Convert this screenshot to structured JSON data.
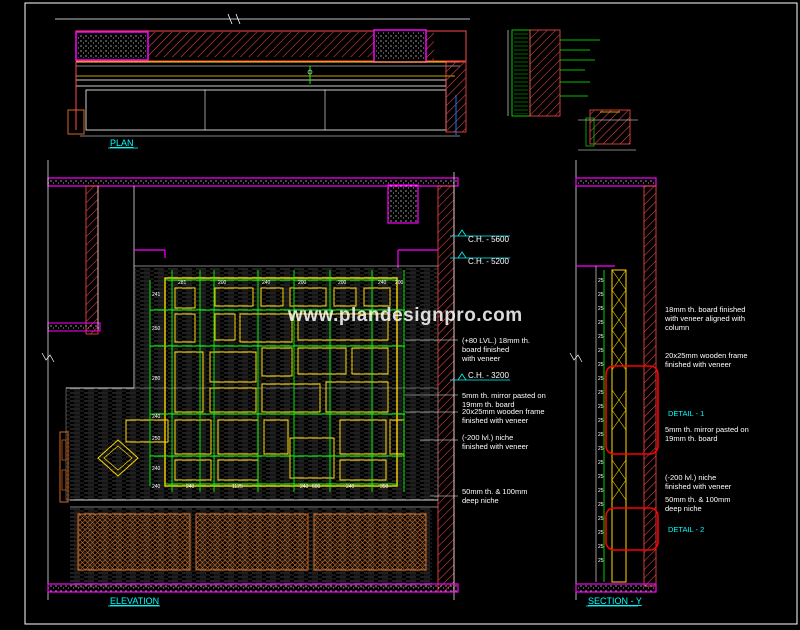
{
  "titles": {
    "plan": "PLAN",
    "elevation": "ELEVATION",
    "section": "SECTION - Y"
  },
  "levels": {
    "ch1": "C.H. - 5600",
    "ch2": "C.H. - 5200",
    "ch3": "C.H. - 3200"
  },
  "elevation_notes": [
    [
      "(+80 LVL.) 18mm th.",
      "board finished",
      "with veneer"
    ],
    [
      "5mm th. mirror pasted on",
      "19mm th. board"
    ],
    [
      "20x25mm wooden frame",
      "finished with veneer"
    ],
    [
      "(-200 lvl.) niche",
      "finished with veneer"
    ],
    [
      "50mm th. & 100mm",
      "deep niche"
    ]
  ],
  "section_notes": [
    [
      "18mm th. board finished",
      "with veneer aligned with",
      "column"
    ],
    [
      "20x25mm wooden frame",
      "finished with veneer"
    ],
    [
      "5mm th. mirror pasted on",
      "19mm th. board"
    ],
    [
      "(-200 lvl.) niche",
      "finished with veneer"
    ],
    [
      "50mm th. & 100mm",
      "deep niche"
    ]
  ],
  "details": {
    "d1": "DETAIL - 1",
    "d2": "DETAIL - 2"
  },
  "watermark": "www.plandesignpro.com",
  "dims": {
    "top_row": [
      "281",
      "200",
      "240",
      "200",
      "200",
      "240",
      "200"
    ],
    "bottom_row": [
      "240",
      "240",
      "1125",
      "240",
      "600",
      "240",
      "350"
    ],
    "left_col": [
      "241",
      "250",
      "280",
      "240",
      "250",
      "240"
    ],
    "section_col": [
      "25",
      "25",
      "25",
      "25",
      "25",
      "25",
      "25",
      "25",
      "25",
      "25",
      "25",
      "25",
      "25",
      "25",
      "25",
      "25",
      "25",
      "25",
      "25",
      "25",
      "25"
    ]
  }
}
